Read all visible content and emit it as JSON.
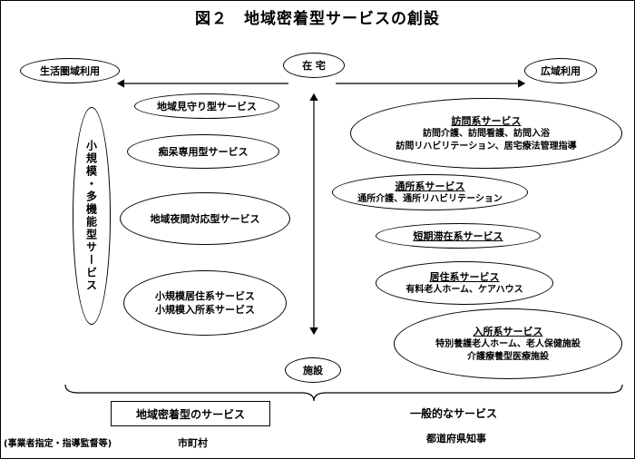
{
  "title": "図２　地域密着型サービスの創設",
  "axis": {
    "left_label": "生活圏域利用",
    "right_label": "広域利用",
    "top_label": "在 宅",
    "bottom_label": "施設"
  },
  "small_multi": "小規模・多機能型サービス",
  "community_services": [
    "地域見守り型サービス",
    "痴呆専用型サービス",
    "地域夜間対応型サービス",
    "小規模居住系サービス\n小規模入所系サービス"
  ],
  "general_services": [
    {
      "title": "訪問系サービス",
      "detail": "訪問介護、訪問看護、訪問入浴\n訪問リハビリテーション、居宅療法管理指導"
    },
    {
      "title": "通所系サービス",
      "detail": "通所介護、通所リハビリテーション"
    },
    {
      "title": "短期滞在系サービス",
      "detail": ""
    },
    {
      "title": "居住系サービス",
      "detail": "有料老人ホーム、ケアハウス"
    },
    {
      "title": "入所系サービス",
      "detail": "特別養護老人ホーム、老人保健施設\n介護療養型医療施設"
    }
  ],
  "footer": {
    "community_box": "地域密着型のサービス",
    "general_label": "一般的なサービス",
    "designator_note": "(事業者指定・指導監督等)",
    "community_authority": "市町村",
    "general_authority": "都道府県知事"
  }
}
